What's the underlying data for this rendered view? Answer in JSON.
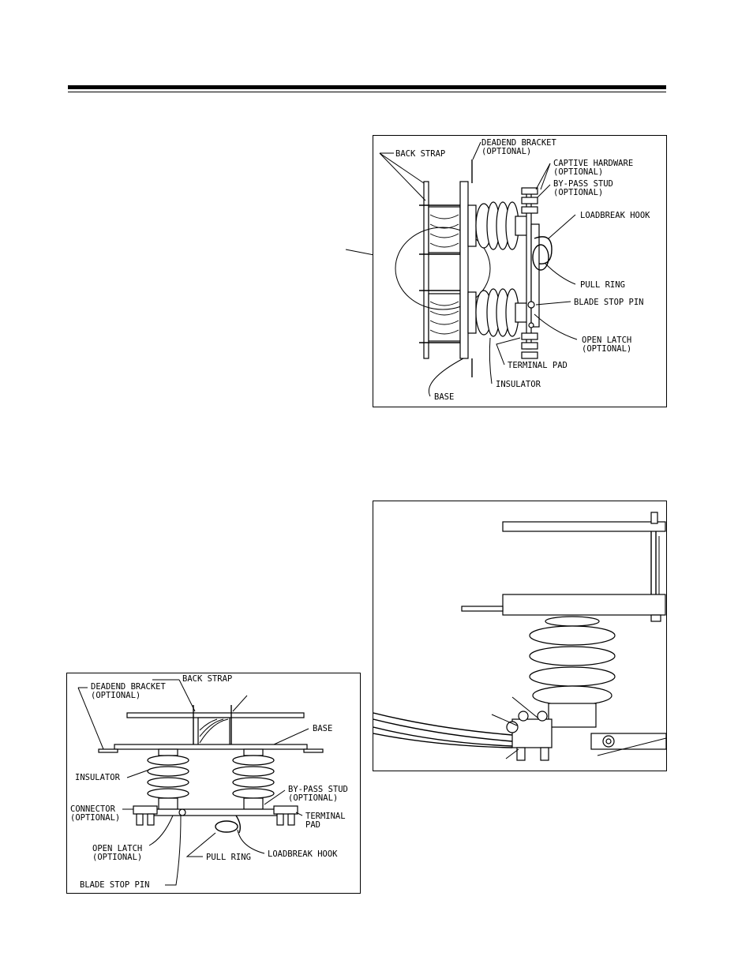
{
  "figure_top": {
    "labels": {
      "back_strap": "BACK STRAP",
      "deadend_bracket": "DEADEND BRACKET",
      "deadend_optional": "(OPTIONAL)",
      "captive_hardware": "CAPTIVE HARDWARE",
      "captive_optional": "(OPTIONAL)",
      "bypass_stud": "BY-PASS STUD",
      "bypass_optional": "(OPTIONAL)",
      "loadbreak_hook": "LOADBREAK HOOK",
      "pull_ring": "PULL RING",
      "blade_stop_pin": "BLADE STOP PIN",
      "open_latch": "OPEN LATCH",
      "open_latch_optional": "(OPTIONAL)",
      "terminal_pad": "TERMINAL PAD",
      "insulator": "INSULATOR",
      "base": "BASE"
    }
  },
  "figure_bottom_left": {
    "labels": {
      "deadend_bracket": "DEADEND BRACKET",
      "deadend_optional": "(OPTIONAL)",
      "back_strap": "BACK STRAP",
      "base": "BASE",
      "insulator": "INSULATOR",
      "bypass_stud": "BY-PASS STUD",
      "bypass_optional": "(OPTIONAL)",
      "connector": "CONNECTOR",
      "connector_optional": "(OPTIONAL)",
      "terminal": "TERMINAL",
      "pad": "PAD",
      "open_latch": "OPEN LATCH",
      "open_latch_optional": "(OPTIONAL)",
      "pull_ring": "PULL RING",
      "loadbreak_hook": "LOADBREAK HOOK",
      "blade_stop_pin": "BLADE STOP PIN"
    }
  },
  "figure_right_photo": {
    "labels": {}
  }
}
